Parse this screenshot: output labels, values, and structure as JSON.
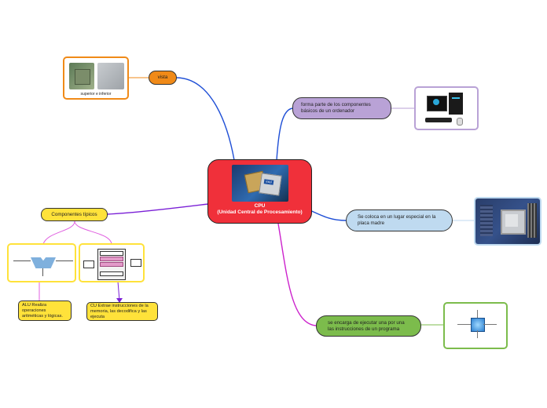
{
  "central": {
    "title": "CPU",
    "subtitle": "(Unidad Central de Procesamiento)",
    "image_icon": "cpu-chip-icon",
    "fill": "#f0303a",
    "border": "#222222"
  },
  "nodes": {
    "vista": {
      "label": "vista",
      "color": "#f08a18"
    },
    "vista_image": {
      "caption": "superior e inferior",
      "icon": "cpu-top-bottom-photo",
      "border": "#f08a18"
    },
    "forma_parte": {
      "label": "forma parte de los componentes básicos de un ordenador",
      "color": "#b9a2d6"
    },
    "forma_parte_image": {
      "icon": "computer-workstation-image",
      "border": "#b9a2d6"
    },
    "se_coloca": {
      "label": "Se coloca en un lugar especial en la placa madre",
      "color": "#bfdaf0"
    },
    "se_coloca_image": {
      "icon": "motherboard-socket-photo",
      "border": "#bfdaf0"
    },
    "se_encarga": {
      "label": "se encarga de ejecutar una por una las instrucciones de un programa",
      "color": "#7cbc4c"
    },
    "se_encarga_image": {
      "icon": "cpu-block-diagram-image",
      "border": "#7cbc4c"
    },
    "componentes": {
      "label": "Componentes típicos",
      "color": "#ffe23a"
    },
    "alu": {
      "label": "ALU Realiza operaciones aritméticas y lógicas.",
      "color": "#ffe23a"
    },
    "cu": {
      "label": "CU Extrae instrucciones de la memoria, las decodifica y las ejecuta",
      "color": "#ffe23a"
    },
    "alu_image": {
      "icon": "alu-diagram-image",
      "border": "#ffe23a"
    },
    "cu_image": {
      "icon": "control-unit-diagram-image",
      "border": "#ffe23a"
    }
  },
  "colors": {
    "branch_blue": "#1f4fd6",
    "branch_purple": "#7a1fd6",
    "branch_magenta": "#cc22cc",
    "branch_component": "#e060e0"
  }
}
